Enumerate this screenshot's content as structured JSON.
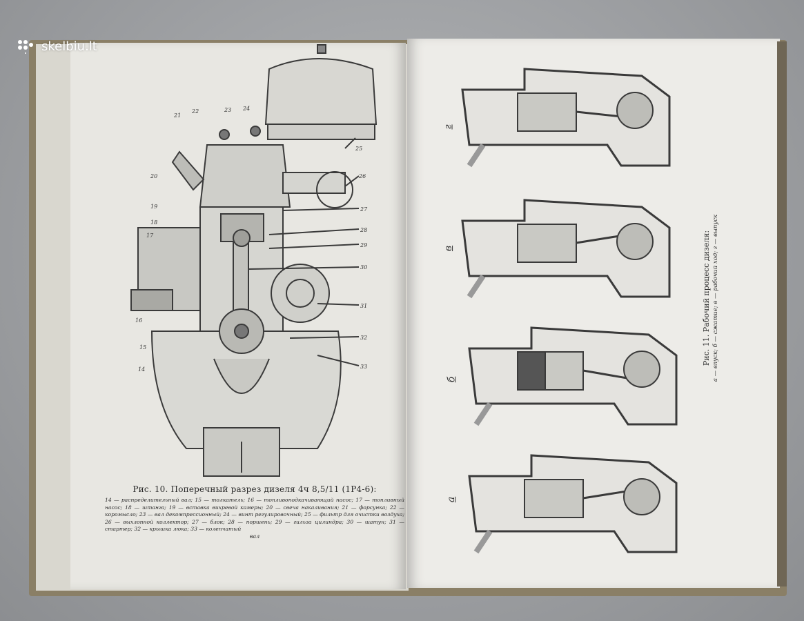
{
  "watermark": {
    "text": "skelbiu.lt"
  },
  "left_page": {
    "figure_caption_title": "Рис. 10. Поперечный разрез дизеля 4ч 8,5/11 (1Р4-6):",
    "figure_caption_body": "14 — распределительный вал; 15 — толкатель; 16 — топливоподкачивающий насос; 17 — топливный насос; 18 — штанга; 19 — вставка вихревой камеры; 20 — свеча накаливания; 21 — форсунка; 22 — коромысло; 23 — вал декомпрессионный; 24 — винт регулировочный; 25 — фильтр для очистки воздуха; 26 — выхлопной коллектор; 27 — блок; 28 — поршень; 29 — гильза цилиндра; 30 — шатун; 31 — стартер; 32 — крышка люка; 33 — коленчатый",
    "figure_caption_last": "вал",
    "callouts": [
      "14",
      "15",
      "16",
      "17",
      "18",
      "19",
      "20",
      "21",
      "22",
      "23",
      "24",
      "25",
      "26",
      "27",
      "28",
      "29",
      "30",
      "31",
      "32",
      "33"
    ]
  },
  "right_page": {
    "figure_caption_title": "Рис. 11. Рабочий процесс дизеля:",
    "figure_caption_body": "а — впуск; б — сжатие; в — рабочий ход; г — выпуск",
    "stroke_letters": [
      "г",
      "в",
      "б",
      "а"
    ]
  },
  "colors": {
    "ink": "#3a3a3a",
    "page": "#e8e7e2",
    "cover": "#8a7f66"
  }
}
